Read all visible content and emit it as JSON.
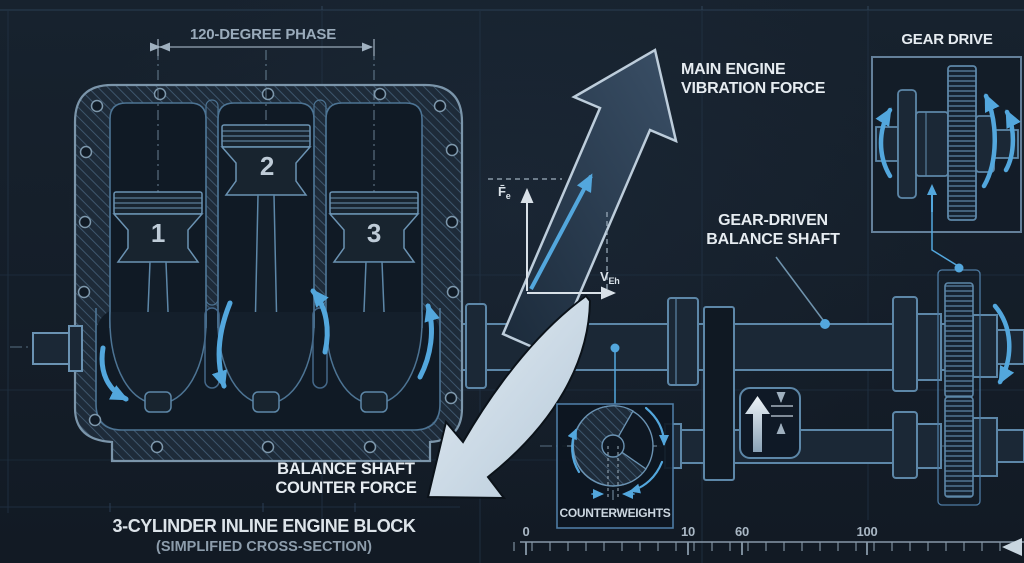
{
  "title": "3-cylinder engine balance shaft blueprint",
  "colors": {
    "background": "#141d28",
    "line_primary": "#5d87a8",
    "line_bright": "#7b95aa",
    "accent_blue": "#53a7dd",
    "text_primary": "#e6ecf1",
    "text_dim": "#9aabbb",
    "vibration_arrow_fill": "#2c3e52",
    "counter_arrow_fill": "#cfdce7"
  },
  "labels": {
    "phase": "120-DEGREE PHASE",
    "main_force_line1": "MAIN ENGINE",
    "main_force_line2": "VIBRATION FORCE",
    "gear_drive": "GEAR DRIVE",
    "balance_shaft_line1": "GEAR-DRIVEN",
    "balance_shaft_line2": "BALANCE SHAFT",
    "counter_force_line1": "BALANCE SHAFT",
    "counter_force_line2": "COUNTER FORCE",
    "counterweights": "COUNTERWEIGHTS",
    "caption": "3-CYLINDER INLINE ENGINE BLOCK",
    "subcaption": "(SIMPLIFIED CROSS-SECTION)"
  },
  "engine": {
    "cylinders": [
      {
        "number": "1"
      },
      {
        "number": "2"
      },
      {
        "number": "3"
      }
    ]
  },
  "vector_diagram": {
    "force_axis": "F̄",
    "force_sub": "e",
    "velocity_axis": "V",
    "velocity_sub": "Eh"
  },
  "ruler": {
    "labels": [
      "0",
      "10",
      "60",
      "100"
    ]
  }
}
